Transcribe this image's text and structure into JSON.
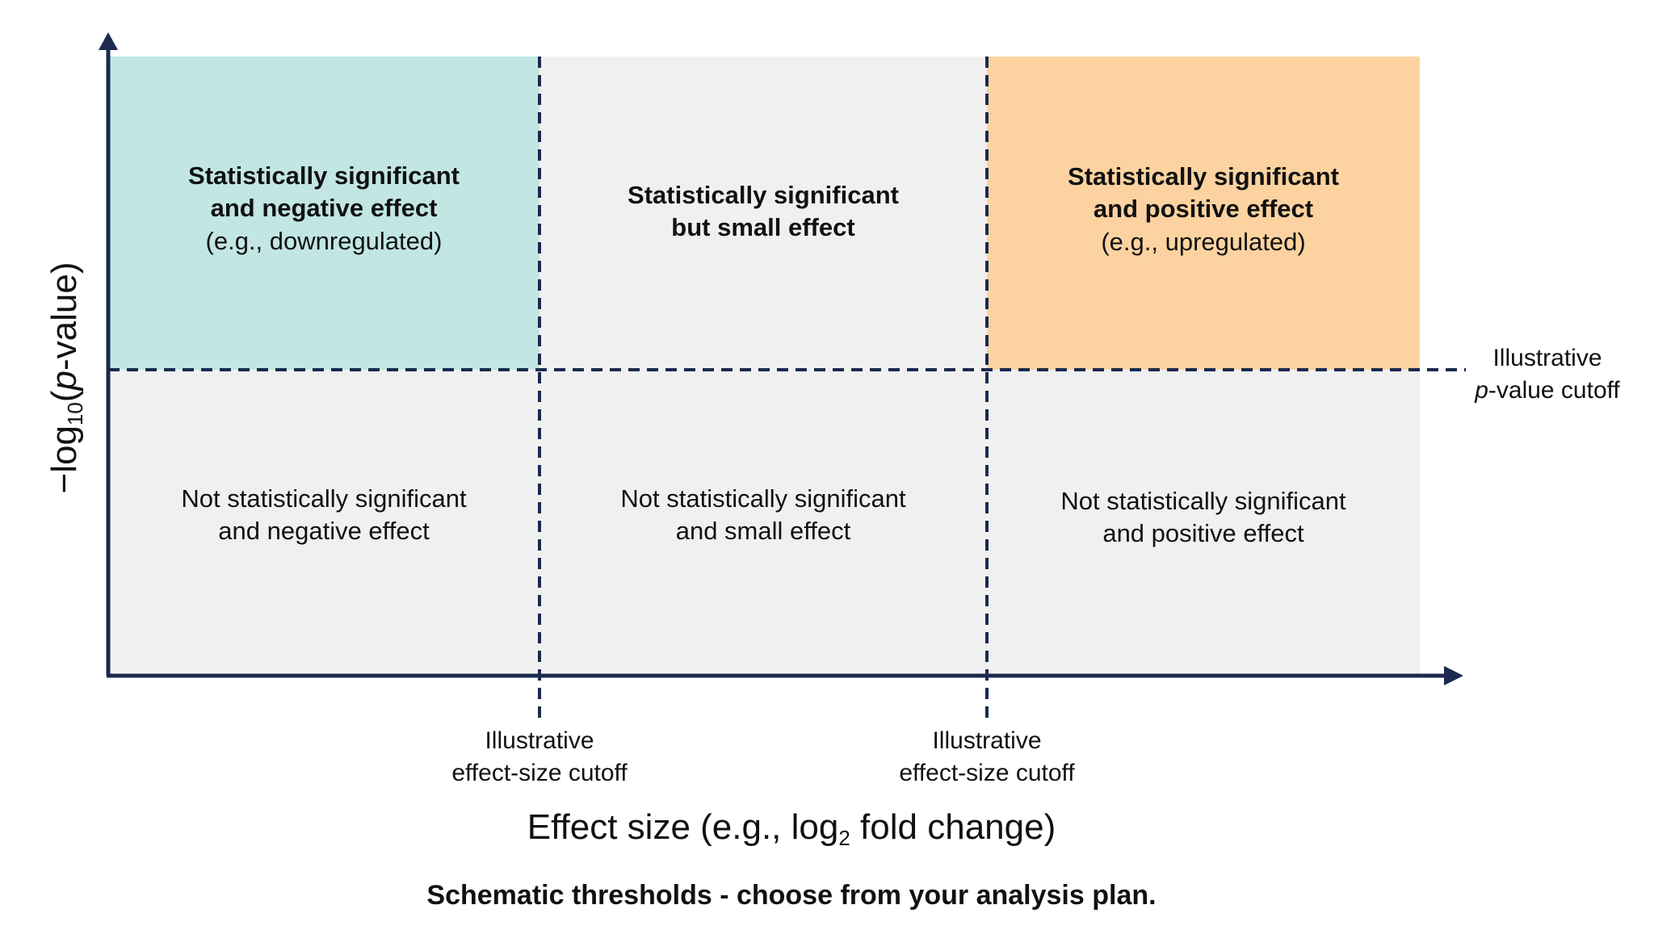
{
  "axes": {
    "x_label_prefix": "Effect size (e.g., log",
    "x_label_sub": "2",
    "x_label_suffix": " fold change)",
    "y_label_prefix": "−log",
    "y_label_sub": "10",
    "y_label_open": "(",
    "y_label_italic": "p",
    "y_label_suffix": "-value)"
  },
  "regions": {
    "top_left": {
      "line1": "Statistically significant",
      "line2": "and negative effect",
      "line3": "(e.g., downregulated)",
      "fill": "#c2e6e4"
    },
    "top_middle": {
      "line1": "Statistically significant",
      "line2": "but small effect",
      "fill": "#f0f0f0"
    },
    "top_right": {
      "line1": "Statistically significant",
      "line2": "and positive effect",
      "line3": "(e.g., upregulated)",
      "fill": "#fcd3a0"
    },
    "bottom_left": {
      "line1": "Not statistically significant",
      "line2": "and negative effect",
      "fill": "#f0f0f0"
    },
    "bottom_middle": {
      "line1": "Not statistically significant",
      "line2": "and small effect",
      "fill": "#f0f0f0"
    },
    "bottom_right": {
      "line1": "Not statistically significant",
      "line2": "and positive effect",
      "fill": "#f0f0f0"
    }
  },
  "cutoffs": {
    "p_value": {
      "line1": "Illustrative",
      "line2_italic": "p",
      "line2_rest": "-value cutoff"
    },
    "effect_left": {
      "line1": "Illustrative",
      "line2": "effect-size cutoff"
    },
    "effect_right": {
      "line1": "Illustrative",
      "line2": "effect-size cutoff"
    }
  },
  "footnote": "Schematic thresholds - choose from your analysis plan.",
  "colors": {
    "axis": "#1b2a4e",
    "dash": "#1b2a4e",
    "neutral_fill": "#f0f0f0",
    "negative_fill": "#c2e6e4",
    "positive_fill": "#fcd3a0"
  }
}
